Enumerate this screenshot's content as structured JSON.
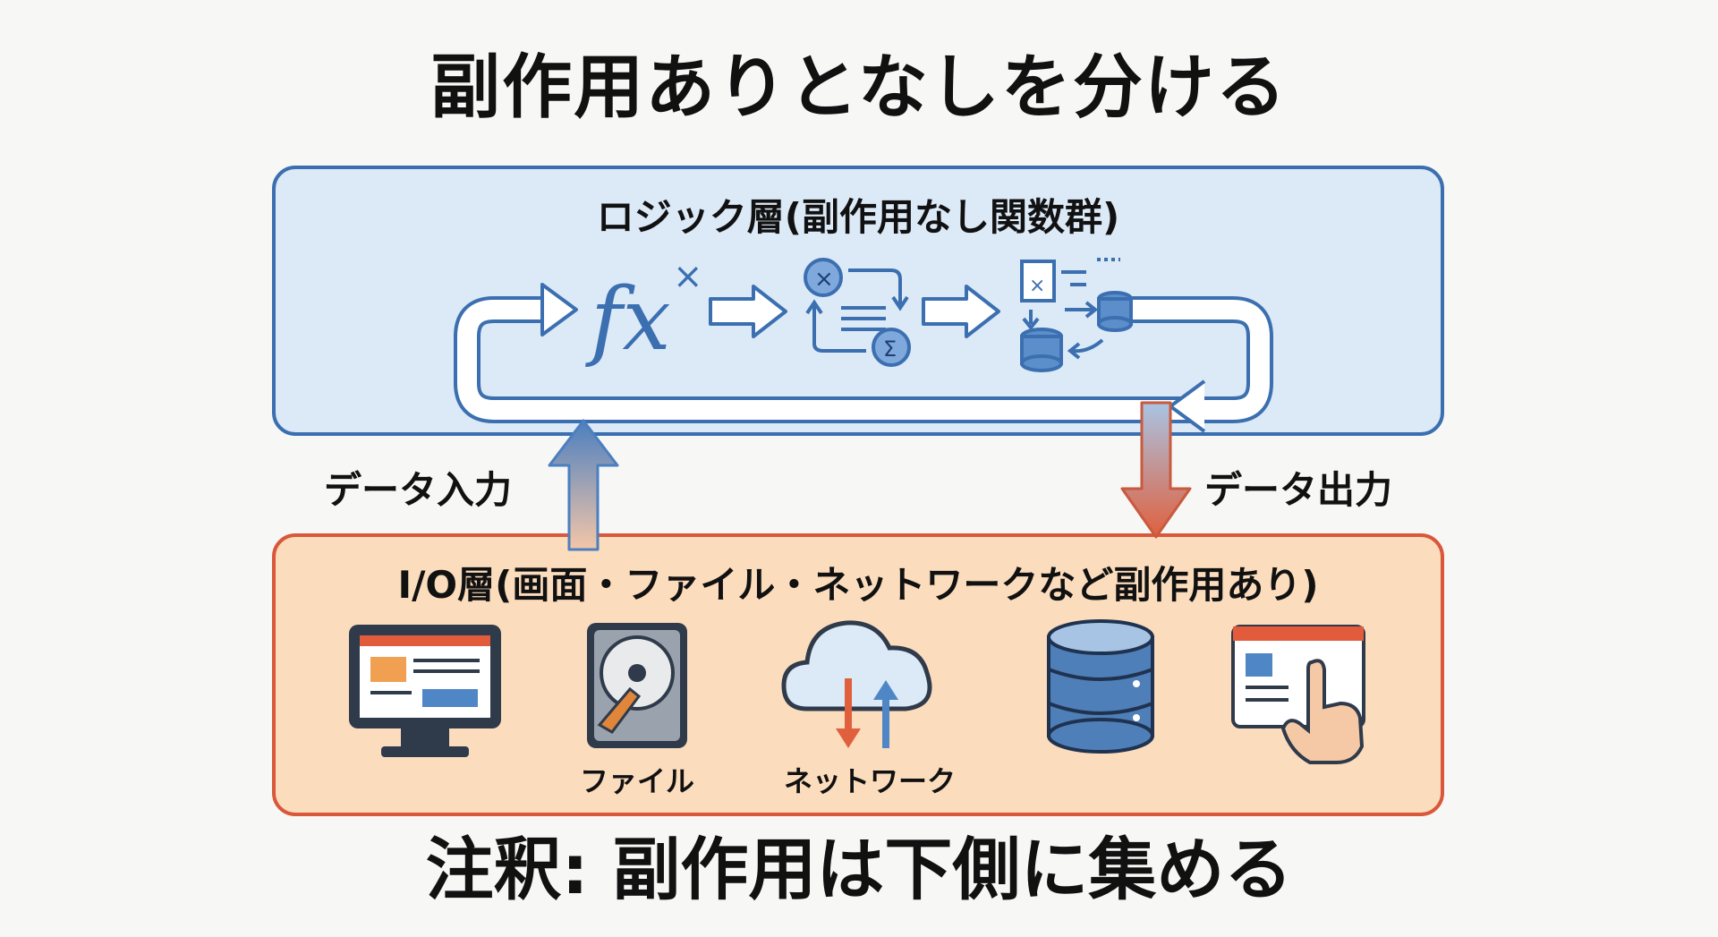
{
  "title": "副作用ありとなしを分ける",
  "logic_layer": {
    "label": "ロジック層(副作用なし関数群)",
    "icons": [
      "function-fx-icon",
      "transform-calc-icon",
      "data-flow-database-icon"
    ],
    "fx_text": "fx"
  },
  "flow": {
    "input_label": "データ入力",
    "output_label": "データ出力"
  },
  "io_layer": {
    "label": "I/O層(画面・ファイル・ネットワークなど副作用あり)",
    "icons": [
      "monitor-screen-icon",
      "hard-disk-file-icon",
      "cloud-network-icon",
      "database-icon",
      "browser-touch-icon"
    ],
    "file_caption": "ファイル",
    "network_caption": "ネットワーク"
  },
  "footer": "注釈: 副作用は下側に集める",
  "colors": {
    "logic_fill": "#dce9f7",
    "logic_border": "#3b6fb0",
    "io_fill": "#fbdcbd",
    "io_border": "#d9573a"
  }
}
